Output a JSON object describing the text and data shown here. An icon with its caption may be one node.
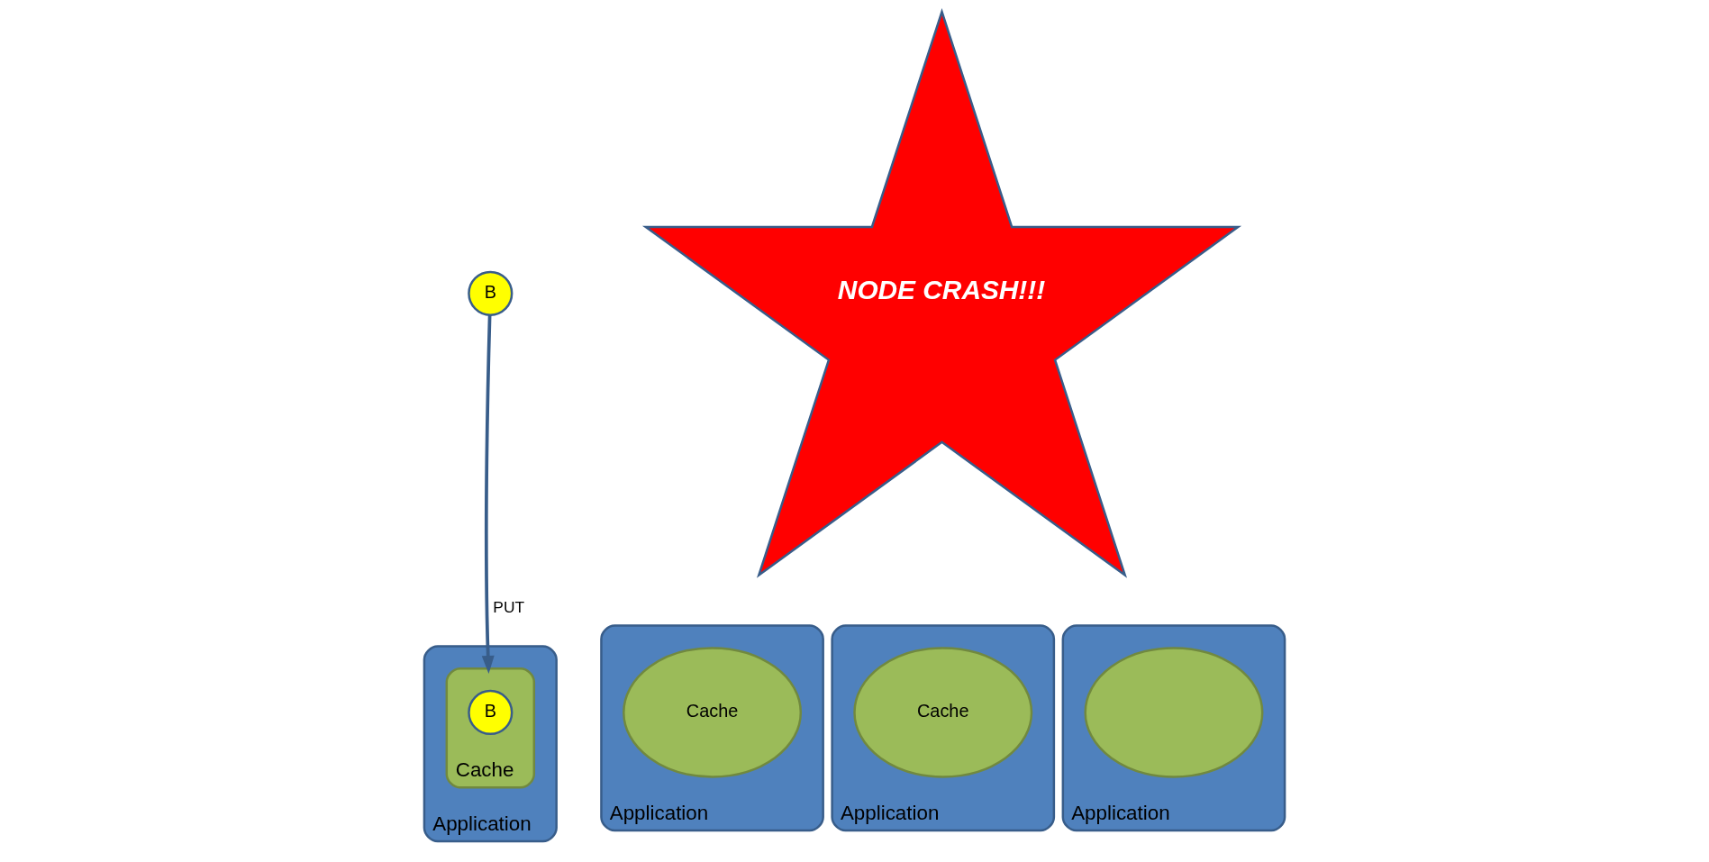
{
  "diagram": {
    "nodes": [
      {
        "text": [
          "Application"
        ]
      },
      {
        "text": [
          "Cache"
        ],
        "in": 0
      },
      {
        "text": [
          "B"
        ],
        "in": 1
      },
      {
        "text": [
          "Application"
        ]
      },
      {
        "text": [
          "Cache"
        ],
        "in": 3
      },
      {
        "text": [
          "Application"
        ]
      },
      {
        "text": [
          "Cache"
        ],
        "in": 5
      },
      {
        "text": [
          "Application"
        ]
      },
      {
        "text": [],
        "shape": "cloud",
        "in": 7
      },
      {
        "text": [
          "B"
        ]
      },
      {
        "text": [
          "NODE CRASH!!!"
        ]
      }
    ],
    "edges": [
      {
        "from": 9,
        "to": 1,
        "arrow": "to",
        "label": "PUT"
      }
    ]
  }
}
